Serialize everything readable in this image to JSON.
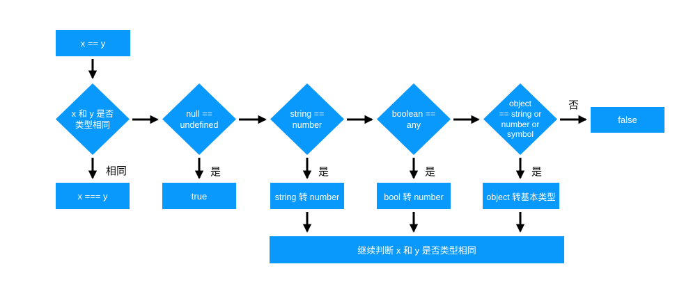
{
  "colors": {
    "node_fill": "#0998FB",
    "node_text": "#FFFFFF",
    "arrow": "#000000",
    "label": "#111111",
    "background": "#FFFFFF"
  },
  "nodes": {
    "start": "x == y",
    "d_type_same": "x 和 y 是否\n类型相同",
    "d_null_undefined": "null ==\nundefined",
    "d_string_number": "string ==\nnumber",
    "d_boolean_any": "boolean ==\nany",
    "d_object_primitive": "object\n== string or\nnumber or\nsymbol",
    "r_strict_equal": "x === y",
    "r_true": "true",
    "r_string_to_number": "string 转 number",
    "r_bool_to_number": "bool 转 number",
    "r_object_to_primitive": "object 转基本类型",
    "r_false": "false",
    "r_continue": "继续判断 x 和 y 是否类型相同"
  },
  "edge_labels": {
    "same": "相同",
    "yes": "是",
    "no": "否"
  }
}
